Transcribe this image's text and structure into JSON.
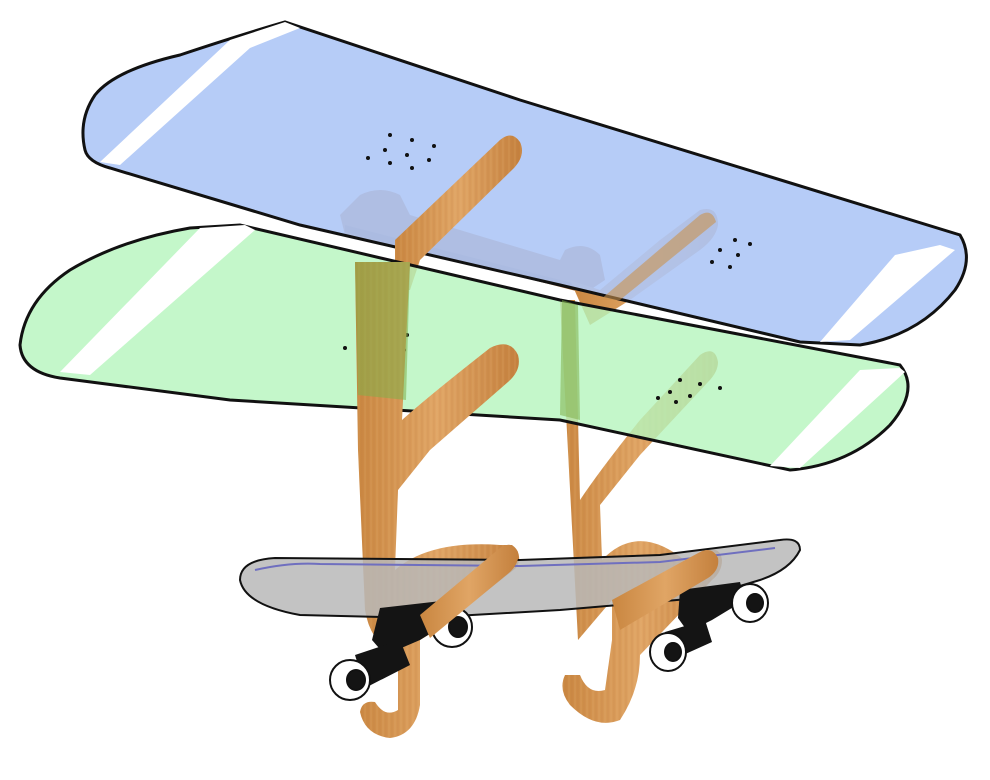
{
  "scene": {
    "background": "#ffffff",
    "objects": [
      {
        "name": "upper-snowboard",
        "color": "#aec6f6"
      },
      {
        "name": "lower-snowboard",
        "color": "#b5f5bd"
      },
      {
        "name": "skateboard",
        "color": "#b8b8b8"
      },
      {
        "name": "bamboo-rack",
        "color": "#d99a57"
      }
    ],
    "colors": {
      "outline": "#111111",
      "bamboo": "#d99a57",
      "bamboo_dark": "#b9743a",
      "upper_board": "#aec6f6",
      "lower_board": "#b5f5bd",
      "skate_deck": "#b8b8b8",
      "skate_edge": "#6f6fbf",
      "stripe": "#ffffff",
      "truck": "#141414",
      "wheel": "#ffffff"
    }
  }
}
